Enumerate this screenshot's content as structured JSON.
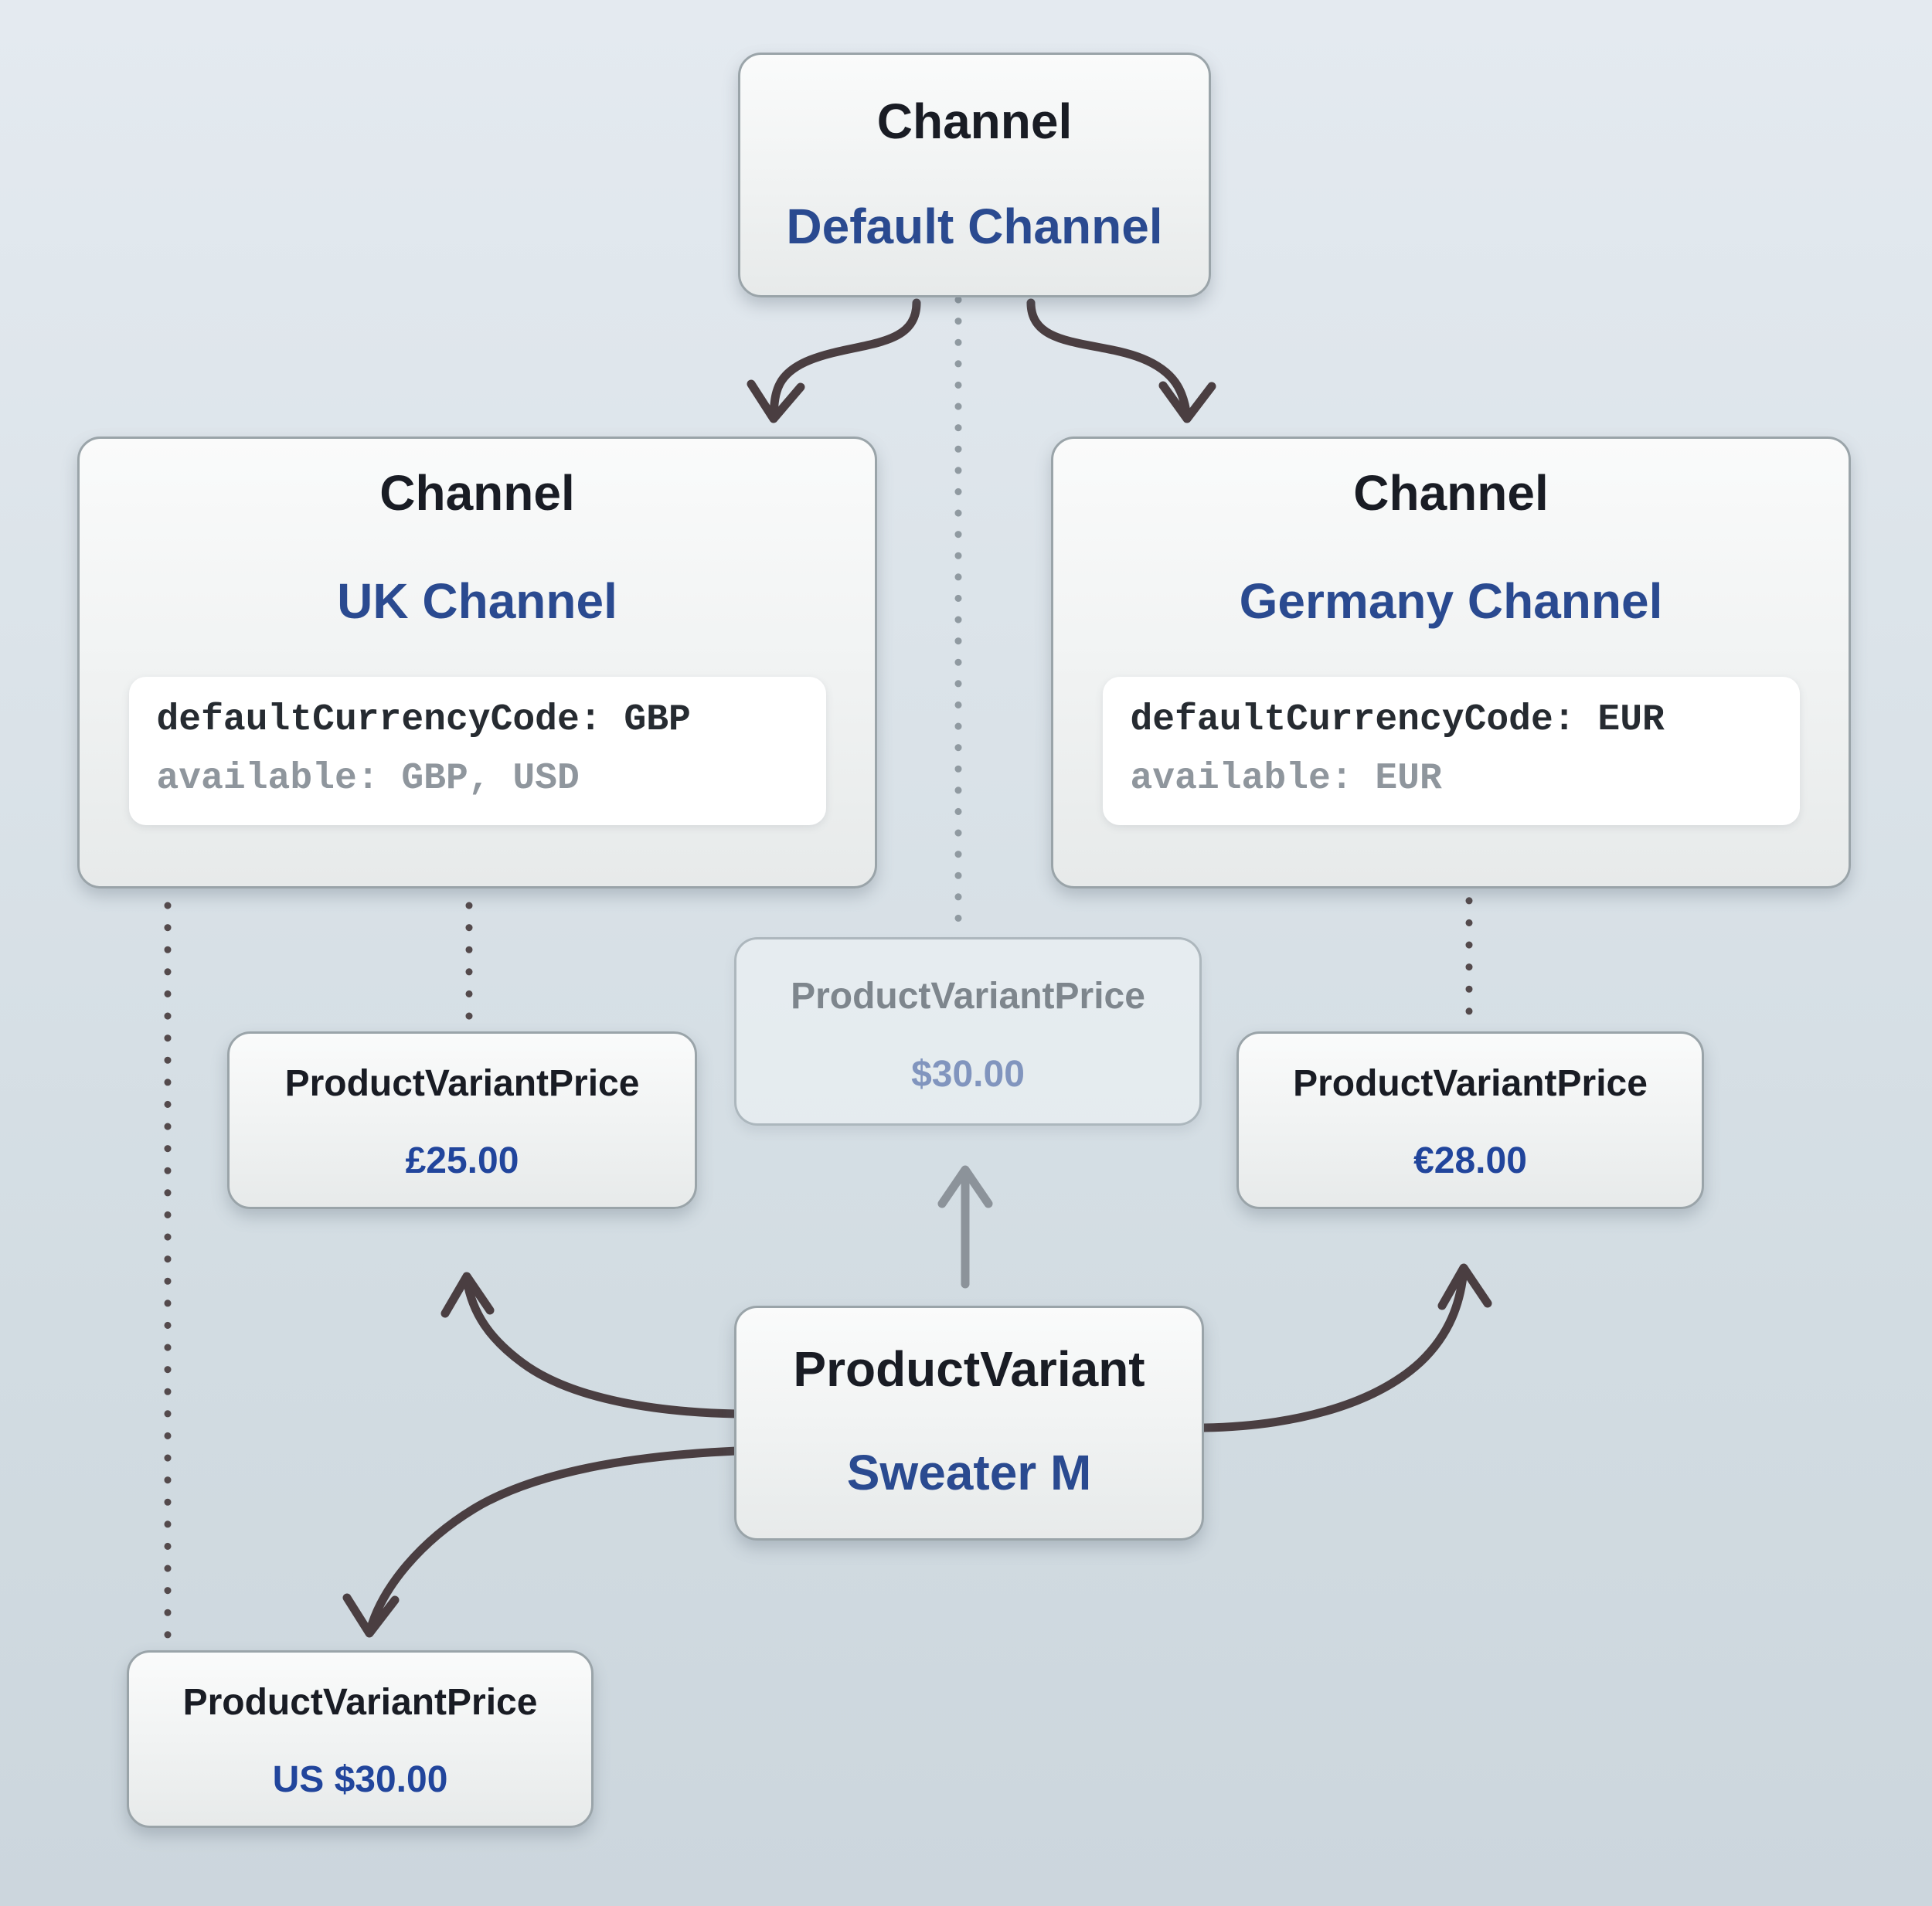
{
  "diagram": {
    "nodes": {
      "default_channel": {
        "type_label": "Channel",
        "name": "Default Channel"
      },
      "uk_channel": {
        "type_label": "Channel",
        "name": "UK Channel",
        "code_line1": "defaultCurrencyCode: GBP",
        "code_line2": "available: GBP, USD"
      },
      "germany_channel": {
        "type_label": "Channel",
        "name": "Germany Channel",
        "code_line1": "defaultCurrencyCode: EUR",
        "code_line2": "available: EUR"
      },
      "price_default": {
        "type_label": "ProductVariantPrice",
        "value": "$30.00"
      },
      "price_uk": {
        "type_label": "ProductVariantPrice",
        "value": "£25.00"
      },
      "price_germany": {
        "type_label": "ProductVariantPrice",
        "value": "€28.00"
      },
      "price_us": {
        "type_label": "ProductVariantPrice",
        "value": "US $30.00"
      },
      "product_variant": {
        "type_label": "ProductVariant",
        "name": "Sweater M"
      }
    },
    "edges": [
      {
        "from": "default_channel",
        "to": "uk_channel",
        "style": "curved-arrow-dark"
      },
      {
        "from": "default_channel",
        "to": "germany_channel",
        "style": "curved-arrow-dark"
      },
      {
        "from": "default_channel",
        "to": "price_default",
        "style": "dotted-gray"
      },
      {
        "from": "uk_channel",
        "to": "price_us",
        "style": "dotted-dark"
      },
      {
        "from": "uk_channel",
        "to": "price_uk",
        "style": "dotted-dark"
      },
      {
        "from": "germany_channel",
        "to": "price_germany",
        "style": "dotted-dark"
      },
      {
        "from": "product_variant",
        "to": "price_default",
        "style": "straight-arrow-gray"
      },
      {
        "from": "product_variant",
        "to": "price_uk",
        "style": "curved-arrow-dark"
      },
      {
        "from": "product_variant",
        "to": "price_us",
        "style": "curved-arrow-dark"
      },
      {
        "from": "product_variant",
        "to": "price_germany",
        "style": "curved-arrow-dark"
      }
    ],
    "colors": {
      "background_top": "#e4eaf0",
      "background_bottom": "#ccd6dd",
      "node_fill": "#f3f5f5",
      "node_border": "#9aa4a9",
      "type_text": "#191c24",
      "name_text": "#2a4a90",
      "value_text": "#21459c",
      "code_text": "#262b31",
      "code_muted_text": "#8f969d",
      "code_box": "#ffffff",
      "arrow_dark": "#4a3e41",
      "arrow_gray": "#8c939a",
      "dotted_gray": "#909aa1",
      "dotted_dark": "#544a4c",
      "ghost_type_text": "#7e868d",
      "ghost_value_text": "#8195be"
    }
  }
}
